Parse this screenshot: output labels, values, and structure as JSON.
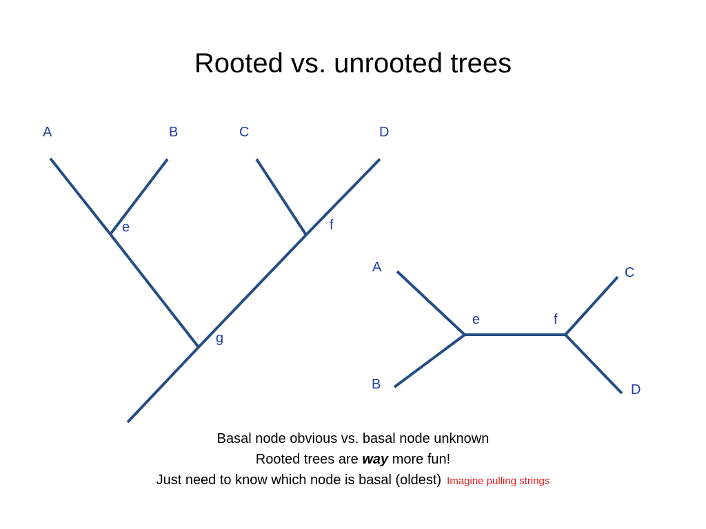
{
  "slide": {
    "title": "Rooted vs. unrooted trees",
    "colors": {
      "branch": "#254d85",
      "label": "#1f3f9f",
      "note": "#e31b1b"
    }
  },
  "rooted_tree": {
    "tips": [
      "A",
      "B",
      "C",
      "D"
    ],
    "nodes": [
      "e",
      "f",
      "g"
    ]
  },
  "unrooted_tree": {
    "tips": [
      "A",
      "B",
      "C",
      "D"
    ],
    "nodes": [
      "e",
      "f"
    ]
  },
  "captions": {
    "line1": "Basal node obvious vs. basal node unknown",
    "line2_prefix": "Rooted trees are ",
    "line2_emphasis": "way",
    "line2_suffix": " more fun!",
    "line3": "Just need to know which node is basal (oldest)",
    "note": "Imagine pulling strings"
  }
}
